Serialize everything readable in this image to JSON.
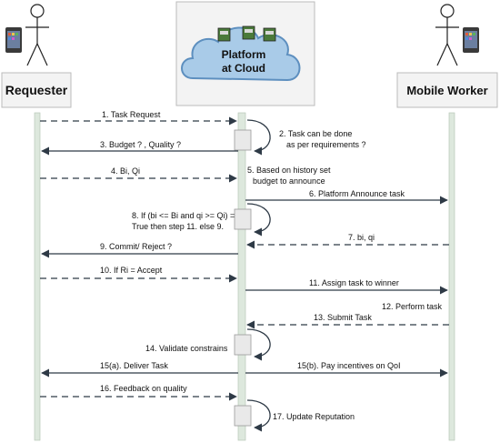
{
  "actors": {
    "requester": "Requester",
    "platform_line1": "Platform",
    "platform_line2": "at Cloud",
    "worker": "Mobile Worker"
  },
  "messages": {
    "m1": "1. Task Request",
    "m2_line1": "2. Task can be done",
    "m2_line2": "as per requirements ?",
    "m3": "3. Budget ? , Quality ?",
    "m4": "4. Bi, Qi",
    "m5_line1": "5. Based on history set",
    "m5_line2": "budget to announce",
    "m6": "6. Platform Announce task",
    "m7": "7. bi, qi",
    "m8_line1": "8. If (bi <= Bi and qi >= Qi) =",
    "m8_line2": "True then step 11. else 9.",
    "m9": "9. Commit/ Reject ?",
    "m10": "10. If Ri = Accept",
    "m11": "11. Assign task to winner",
    "m12": "12. Perform task",
    "m13": "13. Submit Task",
    "m14": "14. Validate constrains",
    "m15a": "15(a). Deliver Task",
    "m15b": "15(b). Pay incentives on QoI",
    "m16": "16. Feedback on quality",
    "m17": "17. Update Reputation"
  },
  "colors": {
    "cloud": "#a9cbe8",
    "cloud_stroke": "#5d8fbf",
    "lifeline": "#dde8dd",
    "arrow": "#2e3a46"
  }
}
